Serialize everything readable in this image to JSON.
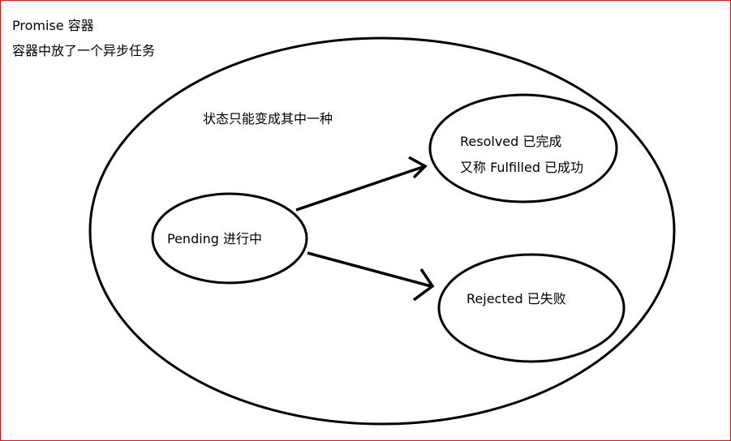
{
  "title": "Promise 容器",
  "subtitle": "容器中放了一个异步任务",
  "note": "状态只能变成其中一种",
  "states": {
    "pending": {
      "label": "Pending 进行中"
    },
    "resolved": {
      "label": "Resolved 已完成",
      "alias": "又称 Fulfilled 已成功"
    },
    "rejected": {
      "label": "Rejected 已失败"
    }
  },
  "colors": {
    "stroke": "#000000",
    "border": "#e01010",
    "background": "#ffffff"
  }
}
